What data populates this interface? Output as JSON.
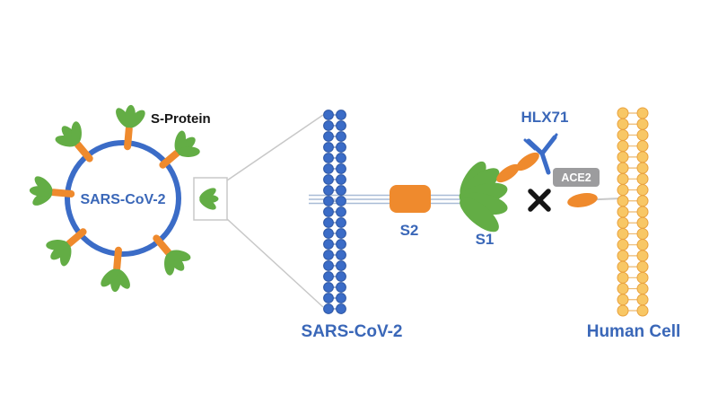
{
  "diagram": {
    "labels": {
      "s_protein": "S-Protein",
      "virus": "SARS-CoV-2",
      "membrane": "SARS-CoV-2",
      "s2": "S2",
      "s1": "S1",
      "antibody": "HLX71",
      "receptor": "ACE2",
      "cell": "Human Cell"
    },
    "colors": {
      "blue": "#3b6cc7",
      "blue_dark": "#2c55a2",
      "blue_text": "#3a67b8",
      "green": "#63ad45",
      "orange": "#ef8a2d",
      "yellow": "#f8c765",
      "yellow_stroke": "#e9a23e",
      "gray_badge": "#9c9c9e",
      "line_gray": "#c8c8c8",
      "stalk_gray": "#a8bbd6",
      "black": "#151515",
      "white": "#ffffff"
    }
  }
}
